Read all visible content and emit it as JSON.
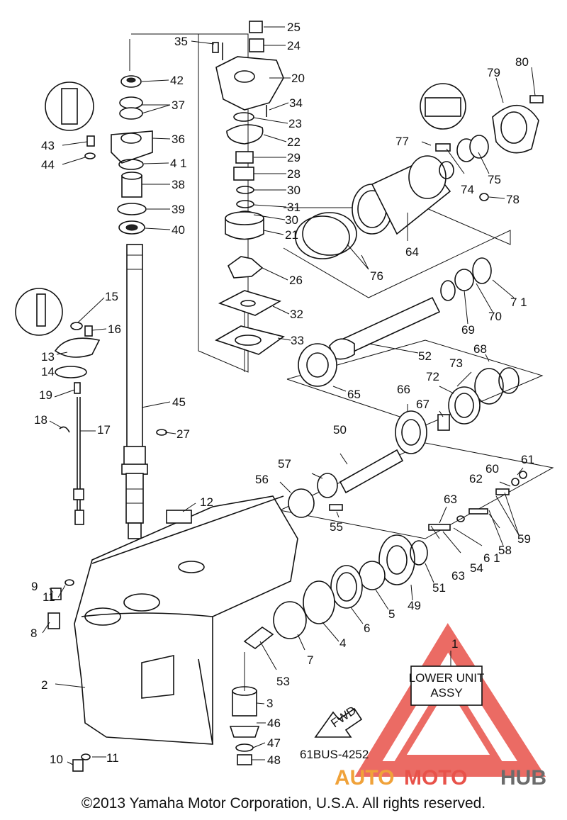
{
  "callouts": {
    "c1": "1",
    "c2": "2",
    "c3": "3",
    "c4": "4",
    "c5": "5",
    "c6": "6",
    "c7": "7",
    "c8": "8",
    "c9": "9",
    "c10": "10",
    "c11a": "11",
    "c11b": "11",
    "c12": "12",
    "c13": "13",
    "c14": "14",
    "c15": "15",
    "c16": "16",
    "c17": "17",
    "c18": "18",
    "c19": "19",
    "c20": "20",
    "c21": "21",
    "c22": "22",
    "c23": "23",
    "c24": "24",
    "c25": "25",
    "c26": "26",
    "c27": "27",
    "c28": "28",
    "c29": "29",
    "c30a": "30",
    "c30b": "30",
    "c31": "31",
    "c32": "32",
    "c33": "33",
    "c34": "34",
    "c35": "35",
    "c36": "36",
    "c37": "37",
    "c38": "38",
    "c39": "39",
    "c40": "40",
    "c41": "4 1",
    "c42": "42",
    "c43": "43",
    "c44": "44",
    "c45": "45",
    "c46": "46",
    "c47": "47",
    "c48": "48",
    "c49": "49",
    "c50": "50",
    "c51": "51",
    "c52": "52",
    "c53": "53",
    "c54": "54",
    "c55": "55",
    "c56": "56",
    "c57": "57",
    "c58": "58",
    "c59": "59",
    "c60": "60",
    "c61a": "61",
    "c61b": "6 1",
    "c62": "62",
    "c63a": "63",
    "c63b": "63",
    "c64": "64",
    "c65": "65",
    "c66": "66",
    "c67": "67",
    "c68": "68",
    "c69": "69",
    "c70": "70",
    "c71": "7 1",
    "c72": "72",
    "c73": "73",
    "c74": "74",
    "c75": "75",
    "c76": "76",
    "c77": "77",
    "c78": "78",
    "c79": "79",
    "c80": "80"
  },
  "assy_box": {
    "line1": "LOWER UNIT",
    "line2": "ASSY"
  },
  "fwd_label": "FWD",
  "drawing_code": "61BUS-4252",
  "watermark": {
    "part1": "AUTO",
    "part2": "MOTO",
    "part3": "HUB"
  },
  "copyright": "©2013 Yamaha Motor Corporation, U.S.A. All rights reserved.",
  "colors": {
    "watermark_red": "#e8524a",
    "watermark_orange": "#f0a23a",
    "watermark_gray": "#6b6b6b",
    "ink": "#111111"
  }
}
